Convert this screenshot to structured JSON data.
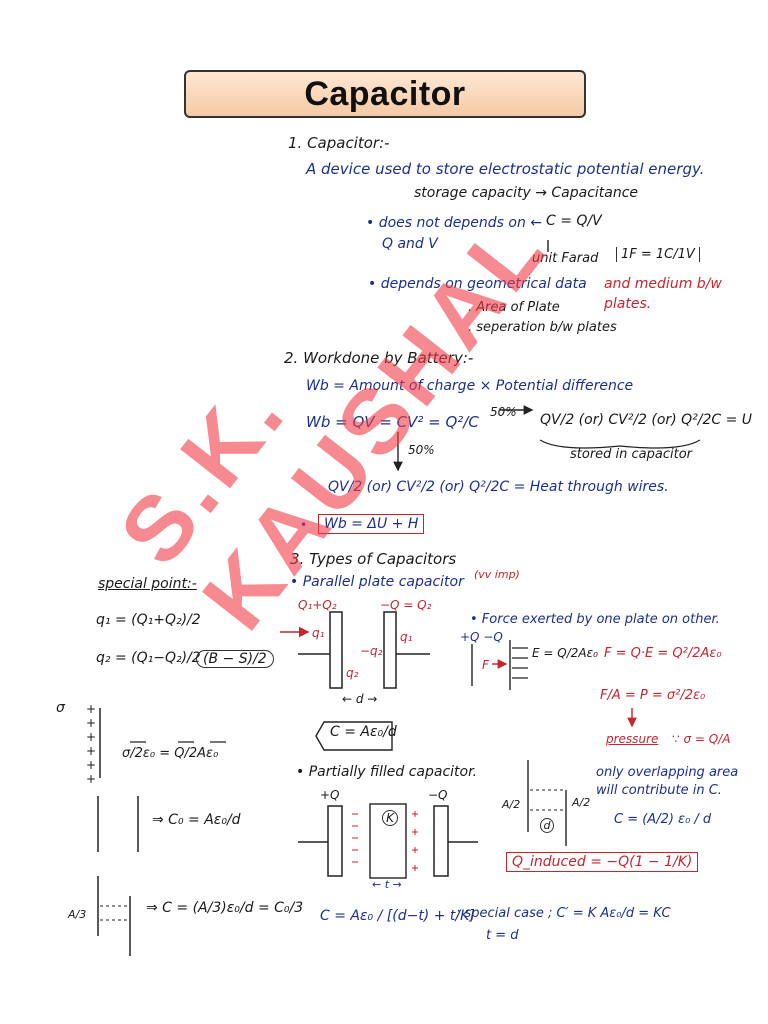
{
  "title": "Capacitor",
  "s1": {
    "heading": "1. Capacitor:-",
    "def": "A device used to store electrostatic potential energy.",
    "storage": "storage capacity → Capacitance",
    "formula_c": "C = Q/V",
    "not_depends_1": "• does not depends on ←",
    "not_depends_2": "Q and V",
    "unit": "unit Farad",
    "unit_box": "1F = 1C/1V",
    "depends": "• depends on geometrical data",
    "depends_red": "and medium b/w plates.",
    "area": ". Area of Plate",
    "sep": ". seperation b/w plates"
  },
  "s2": {
    "heading": "2. Workdone by Battery:-",
    "wb_def": "Wb = Amount of charge × Potential difference",
    "wb_eq": "Wb = QV = CV² = Q²/C",
    "fifty_a": "50%",
    "stored_terms": "QV/2 (or) CV²/2 (or) Q²/2C = U",
    "stored": "stored in capacitor",
    "fifty_b": "50%",
    "heat": "QV/2 (or) CV²/2 (or) Q²/2C = Heat through wires.",
    "energy_box": "Wb = ΔU + H"
  },
  "s3": {
    "heading": "3. Types of Capacitors",
    "parallel": "• Parallel plate capacitor",
    "vvimp": "(vv imp)",
    "q1_label": "Q₁+Q₂",
    "q2_label": "−Q = Q₂",
    "plate_q1": "q₁",
    "plate_q2": "q₂",
    "minus_q2": "−q₂",
    "plate_q1b": "q₁",
    "d_label": "← d →",
    "c_formula": "C = Aε₀/d",
    "force_title": "• Force exerted by one plate on other.",
    "force_charges": "+Q   −Q",
    "force_f": "F",
    "field": "E = Q/2Aε₀",
    "force_eq": "F = Q·E = Q²/2Aε₀",
    "pressure_eq": "F/A = P = σ²/2ε₀",
    "pressure": "pressure",
    "sigma_eq": "∵ σ = Q/A",
    "partial": "• Partially filled capacitor.",
    "plus_q": "+Q",
    "minus_q": "−Q",
    "k_label": "K",
    "t_label": "← t →",
    "partial_c": "C = Aε₀ / [(d−t) + t/K]",
    "special_case": "; special case ; C′ = K Aε₀/d = KC",
    "t_eq_d": "t = d",
    "overlap": "only overlapping area will contribute in C.",
    "half_a": "A/2",
    "half_b": "A/2",
    "d_small": "d",
    "c_half": "C = (A/2) ε₀ / d",
    "induced": "Q_induced = −Q(1 − 1/K)"
  },
  "special": {
    "heading": "special point:-",
    "q1": "q₁ = (Q₁+Q₂)/2",
    "q2": "q₂ = (Q₁−Q₂)/2",
    "q2_extra": "(B − S)/2",
    "sigma": "σ",
    "pluses": "+ + + + + +",
    "field": "σ/2ε₀ = Q/2Aε₀",
    "c0": "⇒ C₀ = Aε₀/d",
    "a3": "A/3",
    "c3": "⇒ C = (A/3)ε₀/d = C₀/3"
  },
  "watermark": "S.K. KAUSHAL"
}
